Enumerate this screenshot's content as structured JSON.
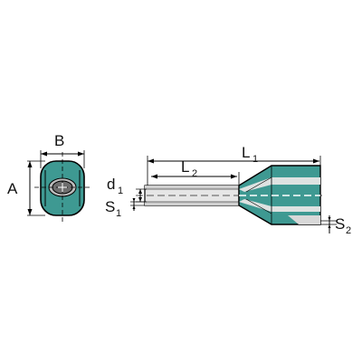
{
  "labels": {
    "a": "A",
    "b": "B",
    "d": "d",
    "d_sub": "1",
    "s1": "S",
    "s1_sub": "1",
    "l2": "L",
    "l2_sub": "2",
    "l1": "L",
    "l1_sub": "1",
    "s2": "S",
    "s2_sub": "2"
  },
  "colors": {
    "collar": "#3e9992",
    "collar_dark": "#2d7d77",
    "tube": "#e6e6e6",
    "tube_shade": "#bdbdbd",
    "hole": "#6e6e6e",
    "outline": "#000000"
  }
}
